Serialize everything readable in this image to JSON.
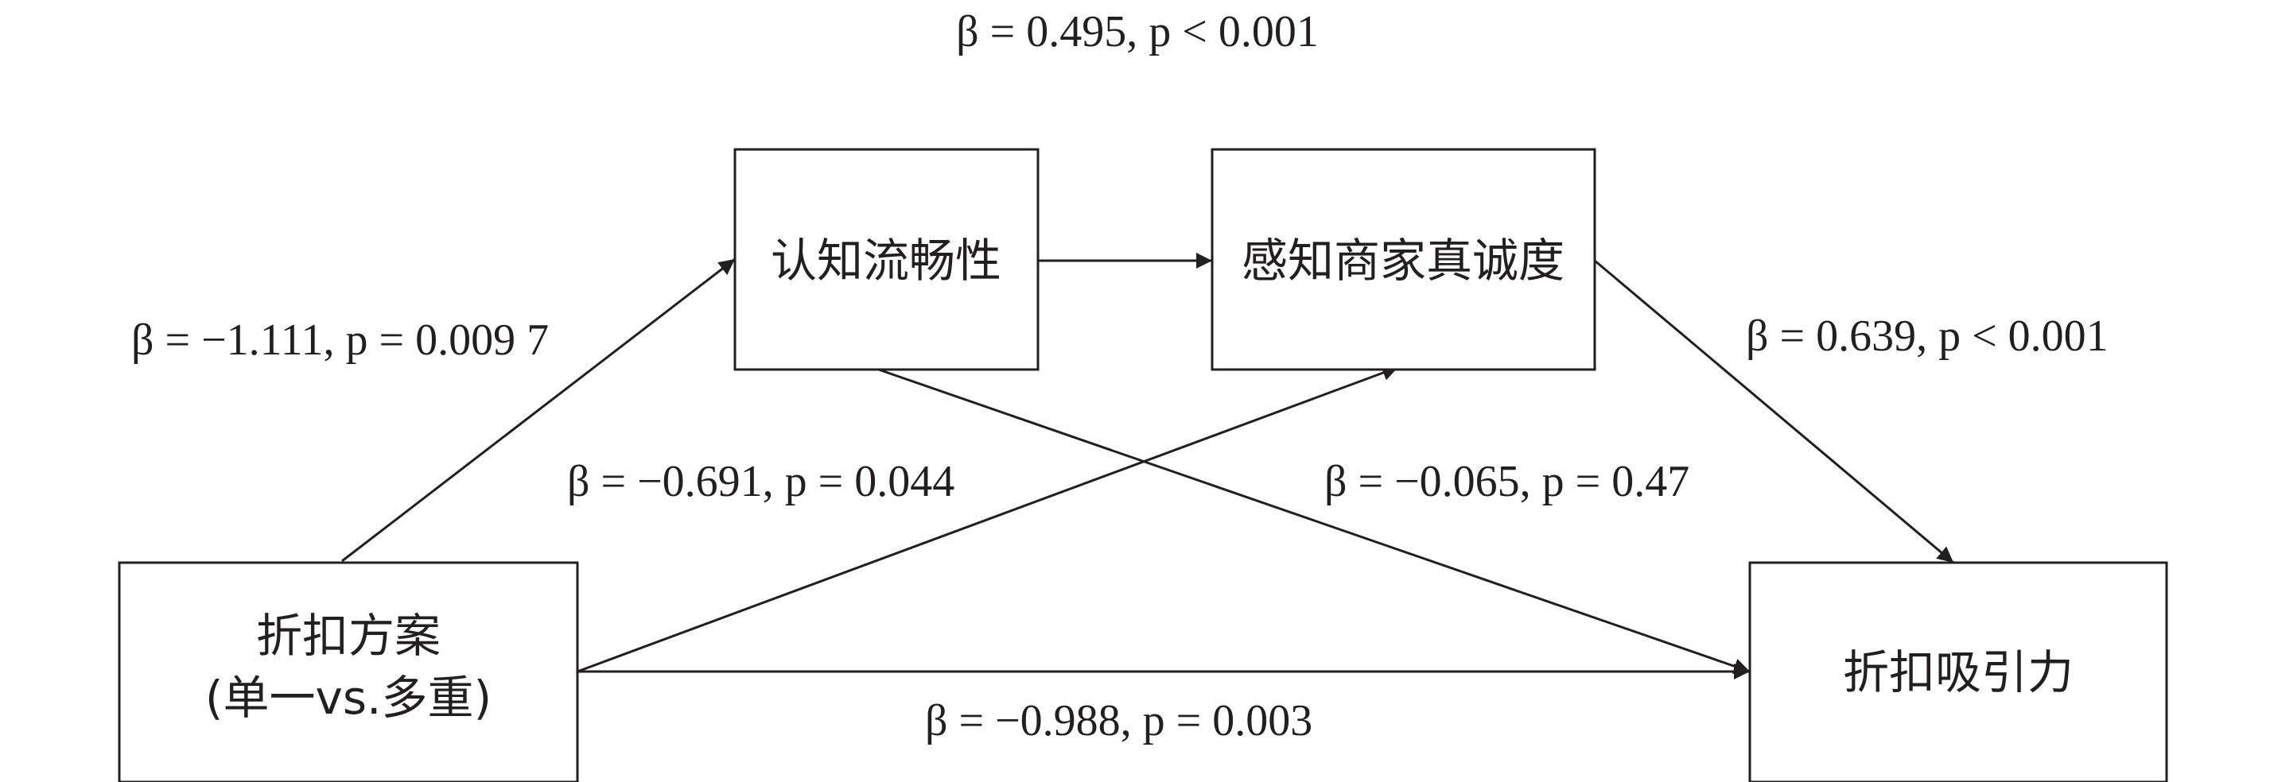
{
  "nodes": {
    "discount_scheme": {
      "line1": "折扣方案",
      "line2": "(单一vs.多重)"
    },
    "cognitive_fluency": {
      "label": "认知流畅性"
    },
    "perceived_sincerity": {
      "label": "感知商家真诚度"
    },
    "discount_attractiveness": {
      "label": "折扣吸引力"
    }
  },
  "paths": {
    "top_total": "β = 0.495, p < 0.001",
    "scheme_to_fluency": "β = −1.111, p = 0.009 7",
    "scheme_to_sincerity": "β = −0.691, p = 0.044",
    "fluency_to_attractiveness": "β = −0.065, p = 0.47",
    "sincerity_to_attractiveness": "β = 0.639, p < 0.001",
    "scheme_to_attractiveness": "β = −0.988, p = 0.003"
  }
}
